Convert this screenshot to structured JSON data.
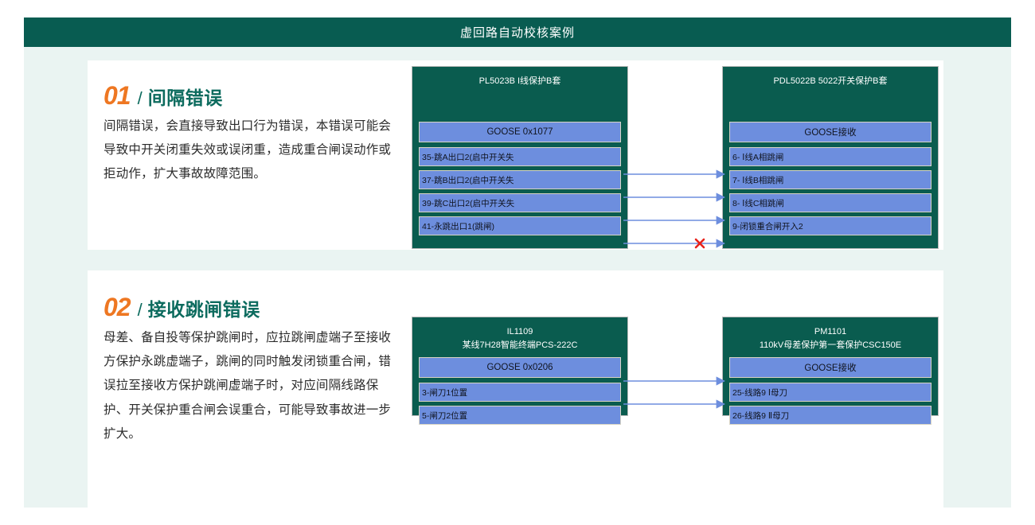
{
  "header": {
    "title": "虚回路自动校核案例"
  },
  "sections": [
    {
      "number": "01",
      "separator": "/",
      "title": "间隔错误",
      "body": "间隔错误，会直接导致出口行为错误，本错误可能会导致中开关闭重失效或误闭重，造成重合闸误动作或拒动作，扩大事故故障范围。",
      "left_panel": {
        "title_lines": [
          "PL5023B I线保护B套"
        ],
        "header_row": "GOOSE 0x1077",
        "rows": [
          "35-跳A出口2(启中开关失",
          "37-跳B出口2(启中开关失",
          "39-跳C出口2(启中开关失",
          "41-永跳出口1(跳闸)"
        ]
      },
      "right_panel": {
        "title_lines": [
          "PDL5022B 5022开关保护B套"
        ],
        "header_row": "GOOSE接收",
        "rows": [
          "6- Ⅰ线A相跳闸",
          "7- Ⅰ线B相跳闸",
          "8- Ⅰ线C相跳闸",
          "9-闭锁重合闸开入2"
        ]
      },
      "links": [
        {
          "from": 0,
          "to": 0,
          "error": false
        },
        {
          "from": 1,
          "to": 1,
          "error": false
        },
        {
          "from": 2,
          "to": 2,
          "error": false
        },
        {
          "from": 3,
          "to": 3,
          "error": true
        }
      ]
    },
    {
      "number": "02",
      "separator": "/",
      "title": "接收跳闸错误",
      "body": "母差、备自投等保护跳闸时，应拉跳闸虚端子至接收方保护永跳虚端子，跳闸的同时触发闭锁重合闸，错误拉至接收方保护跳闸虚端子时，对应间隔线路保护、开关保护重合闸会误重合，可能导致事故进一步扩大。",
      "left_panel": {
        "title_lines": [
          "IL1109",
          "某线7H28智能终端PCS-222C"
        ],
        "header_row": "GOOSE 0x0206",
        "rows": [
          "3-闸刀1位置",
          "5-闸刀2位置"
        ]
      },
      "right_panel": {
        "title_lines": [
          "PM1101",
          "110kV母差保护第一套保护CSC150E"
        ],
        "header_row": "GOOSE接收",
        "rows": [
          "25-线路9 Ⅰ母刀",
          "26-线路9 Ⅱ母刀"
        ]
      },
      "links": [
        {
          "from": 0,
          "to": 0,
          "error": false
        },
        {
          "from": 1,
          "to": 1,
          "error": false
        }
      ]
    }
  ],
  "colors": {
    "brand_green": "#085c51",
    "panel_green": "#0a5c4f",
    "row_blue": "#6d8ede",
    "accent_orange": "#ee7722",
    "title_teal": "#0c6b5e",
    "page_bg": "#eaf4f2",
    "link_blue": "#6d8ede",
    "error_red": "#e8221b"
  },
  "markers": {
    "error_mark": "✕"
  }
}
